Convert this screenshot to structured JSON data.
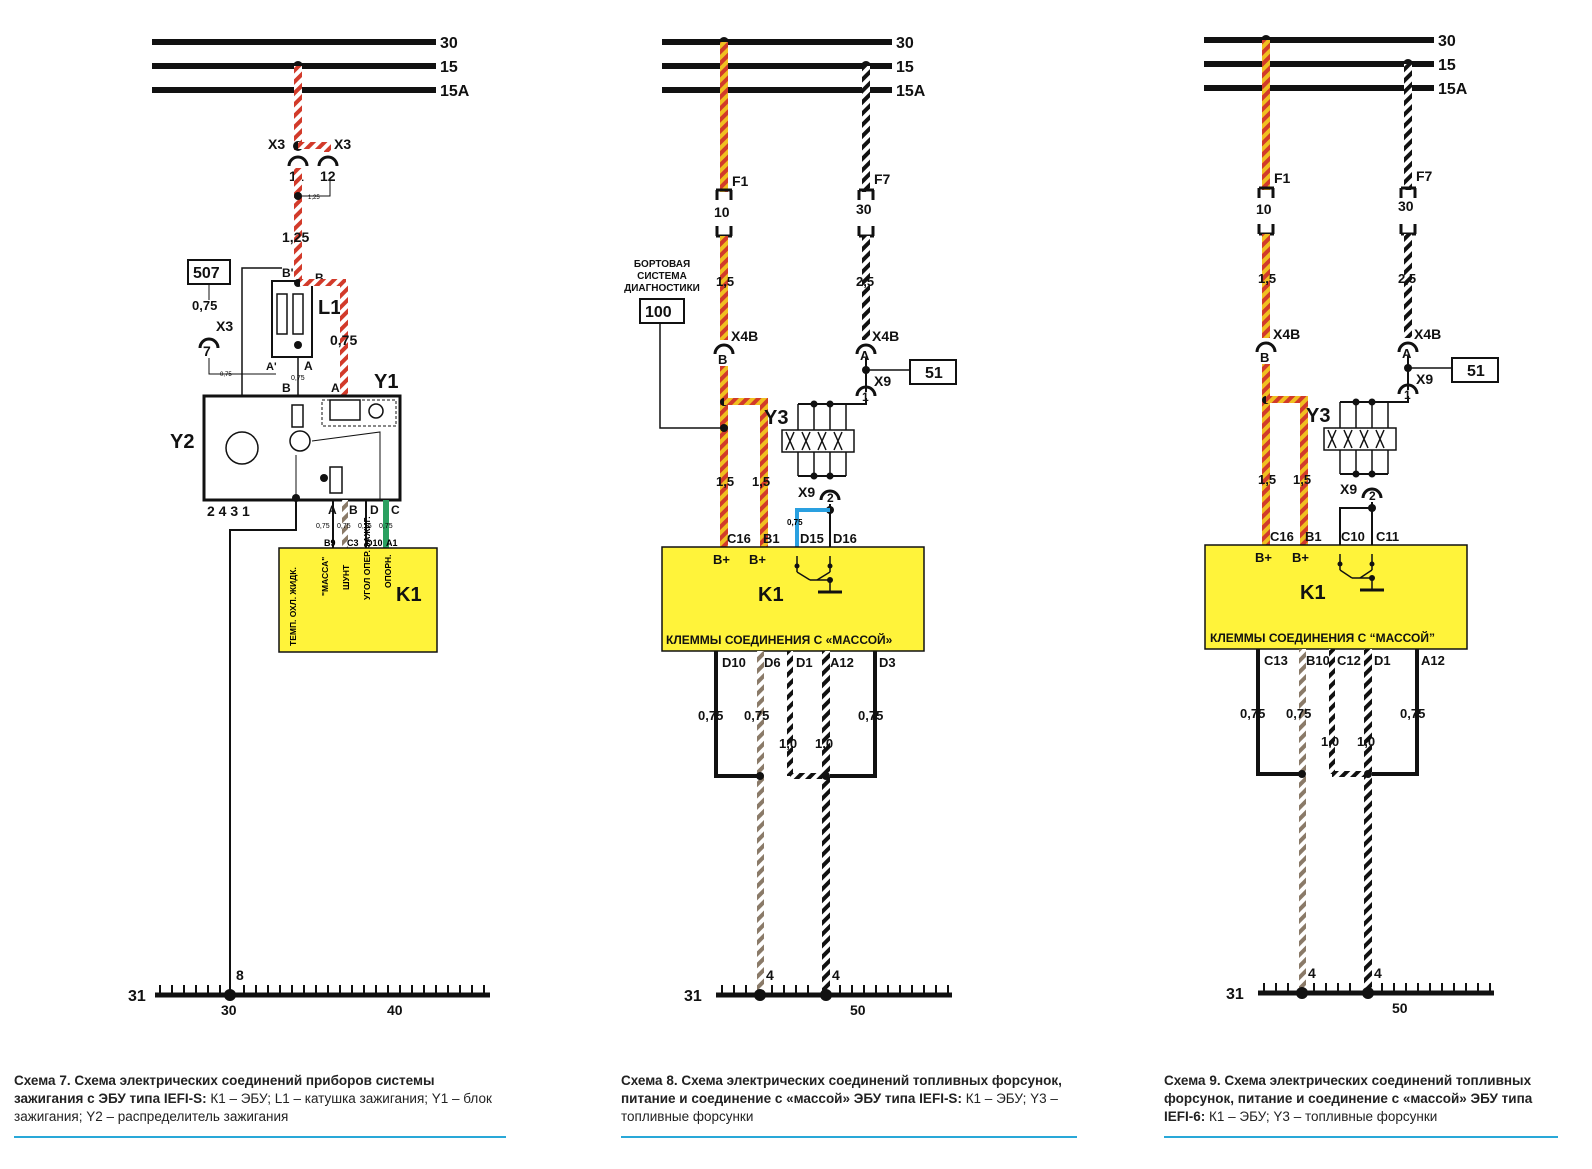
{
  "colors": {
    "ecu_fill": "#fff33a",
    "wire_red": "#d23a2a",
    "wire_yellow": "#f0c020",
    "wire_brown": "#8a7a68",
    "wire_blue": "#2aa0e0",
    "wire_green": "#2aa060",
    "caption_rule": "#29a8d8"
  },
  "bus_labels": {
    "b30": "30",
    "b15": "15",
    "b15a": "15A",
    "b31": "31"
  },
  "d7": {
    "x3": "X3",
    "pin11": "11",
    "pin12": "12",
    "w125": "1,25",
    "w125_small": "1,25",
    "box507": "507",
    "w075a": "0,75",
    "x3b": "X3",
    "pin7": "7",
    "L1": "L1",
    "Y1": "Y1",
    "Y2": "Y2",
    "pinB1": "B'",
    "pinB": "B",
    "pinA1": "A'",
    "pinA": "A",
    "w075b": "0,75",
    "w075c": "0,75",
    "w075d": "0,75",
    "pinB_y1": "B",
    "pinA_y1": "A",
    "pins_bottom": "2 4  3 1",
    "pin_letters": [
      "A",
      "B",
      "D",
      "C"
    ],
    "wire_small": [
      "0,75",
      "0,75",
      "0,75",
      "0,75"
    ],
    "ecu_pins": [
      "B9",
      "C3",
      "D10",
      "A1"
    ],
    "ecu_labels": [
      "ТЕМП. ОХЛ. ЖИДК.",
      "\"МАССА\"",
      "ШУНТ",
      "УГОЛ ОПЕР. ЗАЖИГ.",
      "ОПОРН."
    ],
    "K1": "K1",
    "gnd_8": "8",
    "gnd_30": "30",
    "gnd_40": "40"
  },
  "d8": {
    "F1": "F1",
    "F7": "F7",
    "f10": "10",
    "f30": "30",
    "w15": "1,5",
    "w25": "2,5",
    "diag": [
      "БОРТОВАЯ",
      "СИСТЕМА",
      "ДИАГНОСТИКИ"
    ],
    "box100": "100",
    "X4B_left": "X4B",
    "X4B_right": "X4B",
    "pinB": "B",
    "pinA": "A",
    "X9": "X9",
    "box51": "51",
    "pin1": "1",
    "pin2": "2",
    "X9b": "X9",
    "Y3": "Y3",
    "w15a": "1,5",
    "w15b": "1,5",
    "w075": "0,75",
    "pins_top": [
      "C16",
      "B1",
      "D15",
      "D16"
    ],
    "bplus": [
      "B+",
      "B+"
    ],
    "K1": "K1",
    "gnd_title": "КЛЕММЫ СОЕДИНЕНИЯ С «МАССОЙ»",
    "pins_bottom": [
      "D10",
      "D6",
      "D1",
      "A12",
      "D3"
    ],
    "w_bottom": [
      "0,75",
      "0,75",
      "1,0",
      "1,0",
      "0,75"
    ],
    "gnd_4a": "4",
    "gnd_4b": "4",
    "gnd_31": "31",
    "gnd_50": "50"
  },
  "d9": {
    "F1": "F1",
    "F7": "F7",
    "f10": "10",
    "f30": "30",
    "w15": "1,5",
    "w25": "2,5",
    "X4B_left": "X4B",
    "X4B_right": "X4B",
    "pinB": "B",
    "pinA": "A",
    "X9": "X9",
    "box51": "51",
    "pin1": "1",
    "pin2": "2",
    "X9b": "X9",
    "Y3": "Y3",
    "w15a": "1,5",
    "w15b": "1,5",
    "pins_top": [
      "C16",
      "B1",
      "C10",
      "C11"
    ],
    "bplus": [
      "B+",
      "B+"
    ],
    "K1": "K1",
    "gnd_title": "КЛЕММЫ СОЕДИНЕНИЯ С “МАССОЙ”",
    "pins_bottom": [
      "C13",
      "B10",
      "C12",
      "D1",
      "A12"
    ],
    "w_bottom": [
      "0,75",
      "0,75",
      "1,0",
      "1,0",
      "0,75"
    ],
    "gnd_4a": "4",
    "gnd_4b": "4",
    "gnd_31": "31",
    "gnd_50": "50"
  },
  "captions": {
    "c7_bold": "Схема 7. Схема электрических соединений приборов системы зажигания с ЭБУ типа IEFI-S:",
    "c7_rest": " К1 – ЭБУ; L1 – катушка зажигания; Y1 – блок зажигания; Y2 – распределитель зажигания",
    "c8_bold": "Схема 8. Схема электрических соединений топливных форсунок, питание и соединение с «массой» ЭБУ типа IEFI-S:",
    "c8_rest": " К1 – ЭБУ; Y3 – топливные форсунки",
    "c9_bold": "Схема 9. Схема электрических соединений топливных форсунок, питание и соединение с «массой» ЭБУ типа IEFI-6:",
    "c9_rest": " К1 – ЭБУ; Y3 – топливные форсунки"
  }
}
